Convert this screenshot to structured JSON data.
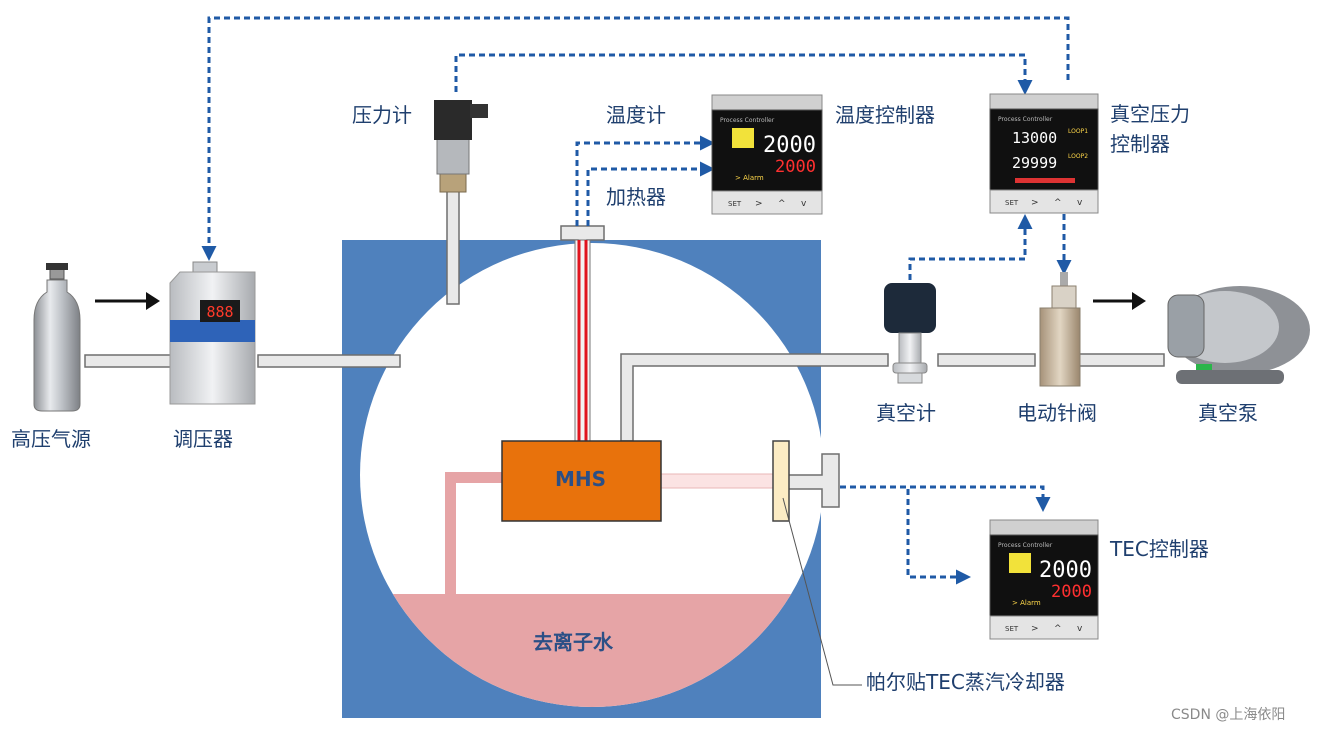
{
  "labels": {
    "gas_source": "高压气源",
    "regulator": "调压器",
    "pressure_gauge": "压力计",
    "thermometer": "温度计",
    "heater": "加热器",
    "temp_controller": "温度控制器",
    "vacuum_pressure_controller_line1": "真空压力",
    "vacuum_pressure_controller_line2": "控制器",
    "vacuum_gauge": "真空计",
    "electric_needle_valve": "电动针阀",
    "vacuum_pump": "真空泵",
    "tec_controller": "TEC控制器",
    "peltier_cooler": "帕尔贴TEC蒸汽冷却器",
    "mhs": "MHS",
    "water": "去离子水"
  },
  "controller_display": {
    "header": "Process Controller",
    "pv": "2000",
    "sv": "2000",
    "alarm": "> Alarm",
    "buttons": [
      "SET",
      ">",
      "^",
      "v"
    ]
  },
  "vacuum_controller_display": {
    "header": "Process Controller",
    "value1": "13000",
    "value2": "29999",
    "loop1": "LOOP1",
    "loop2": "LOOP2",
    "buttons": [
      "SET",
      ">",
      "^",
      "v"
    ]
  },
  "regulator_display": "888",
  "watermark": "CSDN @上海依阳",
  "colors": {
    "chamber": "#4f81bd",
    "mhs": "#e8720c",
    "water": "#e6a4a6",
    "dashed_line": "#1f5aa6",
    "pipe_fill": "#e9e9e9",
    "label_text": "#1f3f6e"
  }
}
